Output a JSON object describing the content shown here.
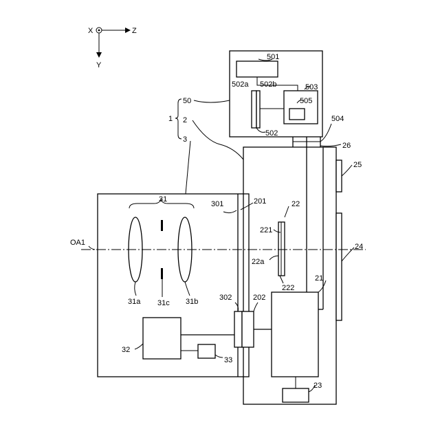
{
  "axes": {
    "x": "X",
    "y": "Y",
    "z": "Z"
  },
  "labels": {
    "l1": "1",
    "l50": "50",
    "l2": "2",
    "l3": "3",
    "l501": "501",
    "l502a": "502a",
    "l502b": "502b",
    "l503": "503",
    "l505": "505",
    "l502": "502",
    "l504": "504",
    "l26": "26",
    "l25": "25",
    "l24": "24",
    "l31": "31",
    "l301": "301",
    "l201": "201",
    "l22": "22",
    "l221": "221",
    "lOA1": "OA1",
    "l22a": "22a",
    "l222": "222",
    "l21": "21",
    "l31a": "31a",
    "l31c": "31c",
    "l31b": "31b",
    "l302": "302",
    "l202": "202",
    "l32": "32",
    "l33": "33",
    "l23": "23"
  }
}
